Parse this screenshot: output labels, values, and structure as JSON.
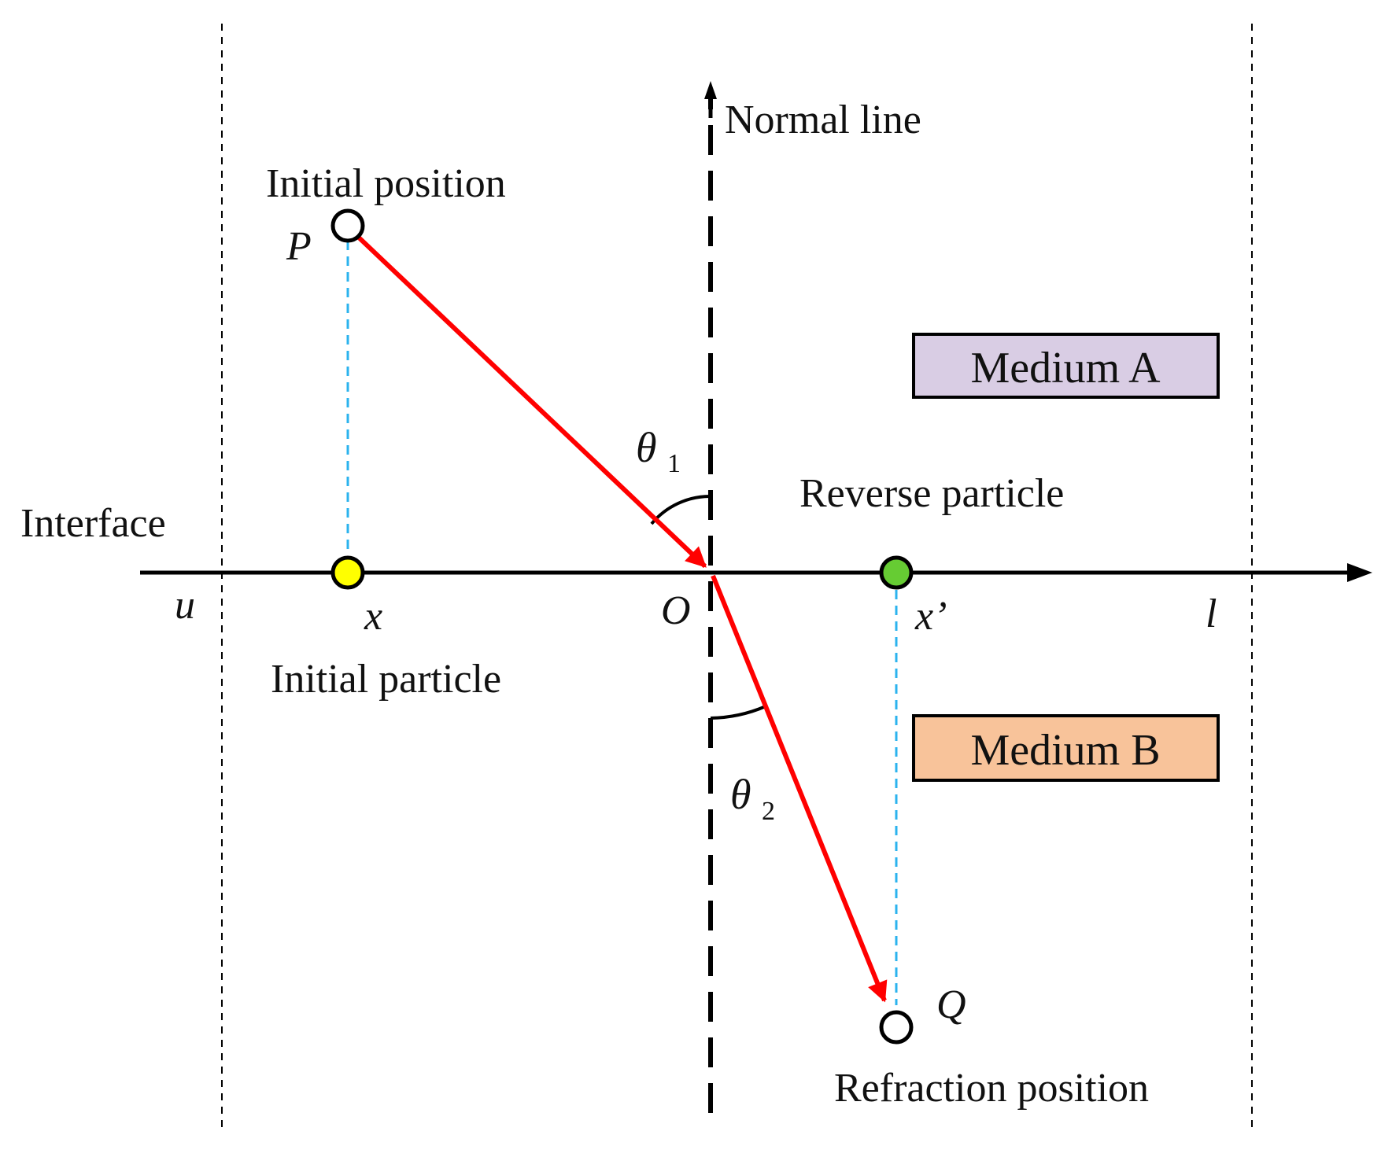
{
  "labels": {
    "normal_line": "Normal line",
    "initial_position": "Initial position",
    "point_p": "P",
    "medium_a": "Medium A",
    "theta1_base": "θ",
    "theta1_sub": "1",
    "reverse_particle": "Reverse particle",
    "interface": "Interface",
    "u": "u",
    "x": "x",
    "origin": "O",
    "x_prime": "x’",
    "l": "l",
    "initial_particle": "Initial particle",
    "medium_b": "Medium B",
    "theta2_base": "θ",
    "theta2_sub": "2",
    "point_q": "Q",
    "refraction_position": "Refraction position"
  },
  "colors": {
    "ray": "#ff0000",
    "projection": "#2bb3ee",
    "initial_particle_fill": "#ffff00",
    "reverse_particle_fill": "#66cc33",
    "medium_a_fill": "#d9cde4",
    "medium_b_fill": "#f8c39a",
    "line": "#000000"
  }
}
